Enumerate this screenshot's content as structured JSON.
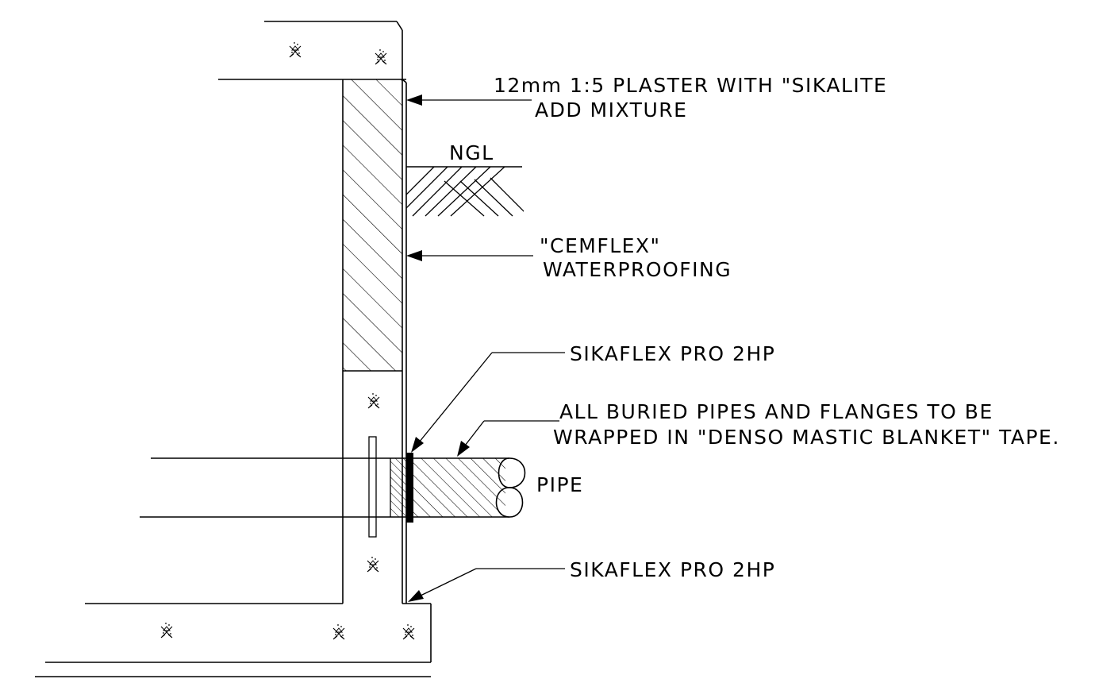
{
  "labels": {
    "plaster_line1": "12mm 1:5 PLASTER WITH \"SIKALITE",
    "plaster_line2": "ADD MIXTURE",
    "ngl": "NGL",
    "cemflex_line1": "\"CEMFLEX\"",
    "cemflex_line2": "WATERPROOFING",
    "sikaflex_top": "SIKAFLEX PRO 2HP",
    "pipes_line1": "ALL BURIED PIPES AND FLANGES TO BE",
    "pipes_line2": "WRAPPED IN \"DENSO MASTIC BLANKET\" TAPE.",
    "pipe": "PIPE",
    "sikaflex_bottom": "SIKAFLEX PRO 2HP"
  },
  "colors": {
    "line": "#000000",
    "background": "#ffffff"
  }
}
